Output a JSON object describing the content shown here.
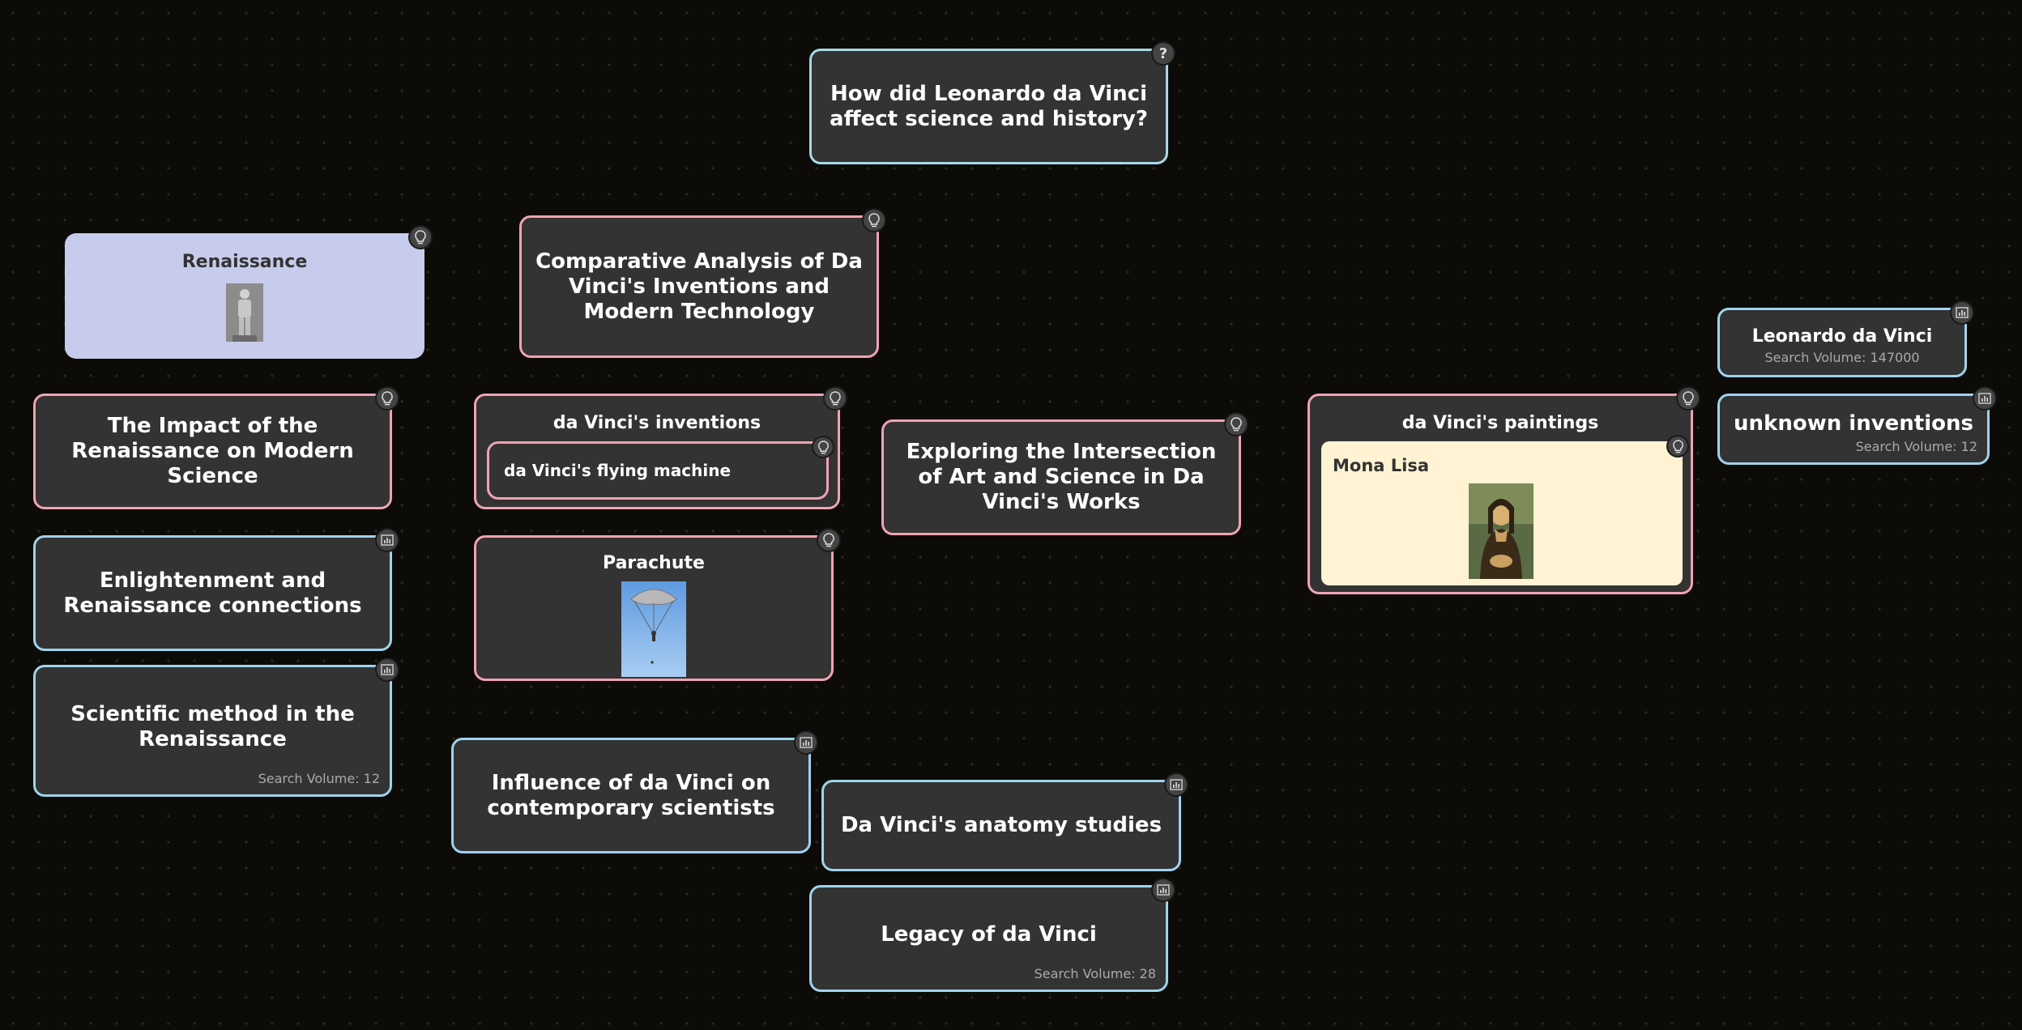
{
  "question": "How did Leonardo da Vinci affect science and history?",
  "renaissance": {
    "title": "Renaissance",
    "image_icon": "david-statue-image"
  },
  "comparative": "Comparative Analysis of Da Vinci's Inventions and Modern Technology",
  "impact": "The Impact of the Renaissance on Modern Science",
  "inventions": {
    "title": "da Vinci's inventions",
    "child": "da Vinci's flying machine"
  },
  "exploring": "Exploring the Intersection of Art and Science in Da Vinci's Works",
  "paintings": {
    "title": "da Vinci's paintings",
    "child": "Mona Lisa",
    "image_icon": "mona-lisa-image"
  },
  "leonardo": {
    "title": "Leonardo da Vinci",
    "volume": "Search Volume: 147000"
  },
  "unknown": {
    "title": "unknown inventions",
    "volume": "Search Volume: 12"
  },
  "enlightenment": "Enlightenment and Renaissance connections",
  "parachute": {
    "title": "Parachute",
    "image_icon": "parachute-image"
  },
  "scientific": {
    "title": "Scientific method in the Renaissance",
    "volume": "Search Volume: 12"
  },
  "influence": "Influence of da Vinci on contemporary scientists",
  "anatomy": "Da Vinci's anatomy studies",
  "legacy": {
    "title": "Legacy of da Vinci",
    "volume": "Search Volume: 28"
  },
  "colors": {
    "pink_border": "#f0a3b3",
    "blue_border": "#9fd3ec",
    "card_bg": "#333333",
    "renaissance_bg": "#c7cbec",
    "mona_lisa_bg": "#fff3d4"
  }
}
